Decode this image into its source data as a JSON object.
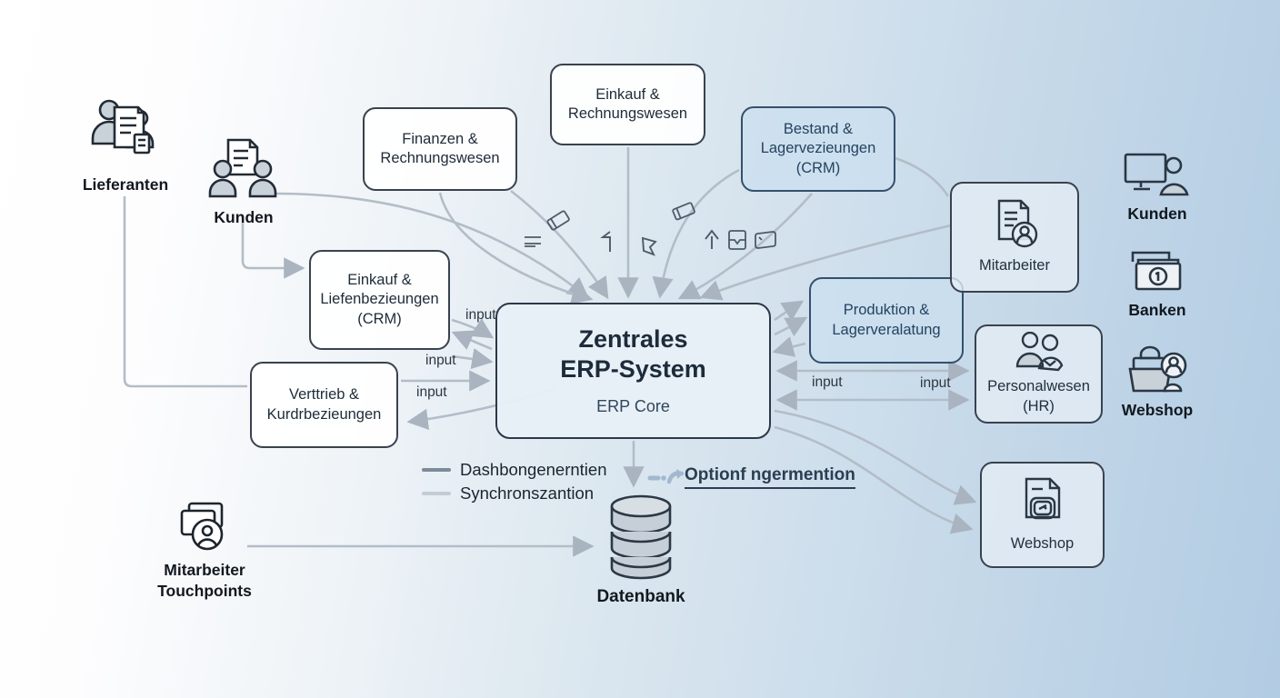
{
  "diagram": {
    "boxes": {
      "finanzen": {
        "l1": "Finanzen &",
        "l2": "Rechnungswesen"
      },
      "einkauf_rw": {
        "l1": "Einkauf &",
        "l2": "Rechnungswesen"
      },
      "bestand": {
        "l1": "Bestand &",
        "l2": "Lagervezieungen",
        "l3": "(CRM)"
      },
      "einkauf_crm": {
        "l1": "Einkauf &",
        "l2": "Liefenbezieungen",
        "l3": "(CRM)"
      },
      "vertrieb": {
        "l1": "Verttrieb &",
        "l2": "Kurdrbezieungen"
      },
      "erp": {
        "t1": "Zentrales",
        "t2": "ERP-System",
        "sub": "ERP Core"
      },
      "produktion": {
        "l1": "Produktion &",
        "l2": "Lagerveralatung"
      },
      "mitarbeiter": {
        "l1": "Mitarbeiter"
      },
      "personalwesen": {
        "l1": "Personalwesen",
        "l2": "(HR)"
      },
      "webshop": {
        "l1": "Webshop"
      }
    },
    "actors": {
      "lieferanten": "Lieferanten",
      "kunden_left": "Kunden",
      "kunden_right": "Kunden",
      "banken": "Banken",
      "webshop_right": "Webshop",
      "touchpoints_l1": "Mitarbeiter",
      "touchpoints_l2": "Touchpoints",
      "datenbank": "Datenbank"
    },
    "legend": {
      "item1": "Dashbongenerntien",
      "item2": "Synchronszantion",
      "optional_link": "Optionf ngermention"
    },
    "labels": {
      "input": "input"
    },
    "colors": {
      "line": "#b3bdc7",
      "line_dark": "#8b99a6",
      "blue_box_fill": "#cbdff0",
      "link": "#2b3e52",
      "legend_swatch1": "#7d8b98",
      "legend_swatch2": "#c3cbd3"
    }
  }
}
